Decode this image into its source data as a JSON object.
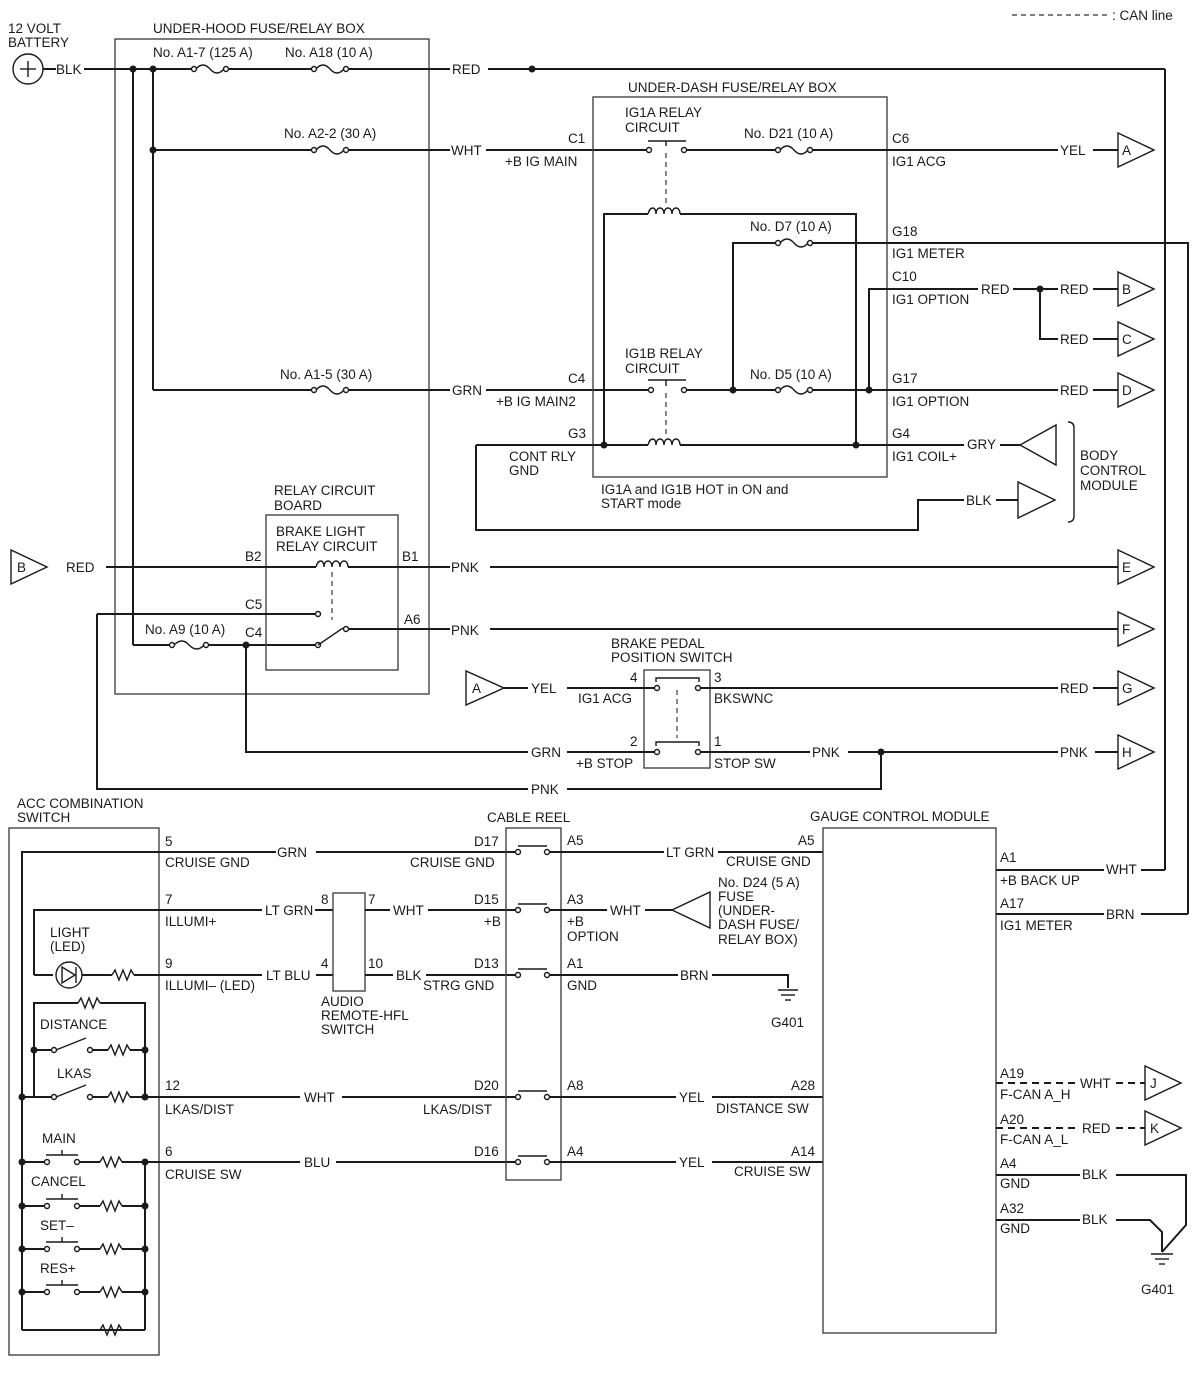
{
  "legend": {
    "can_line": ": CAN line"
  },
  "battery": {
    "label_line1": "12 VOLT",
    "label_line2": "BATTERY",
    "wire": "BLK"
  },
  "underhood": {
    "title": "UNDER-HOOD FUSE/RELAY BOX",
    "fuse_a17": "No. A1-7 (125 A)",
    "fuse_a18": "No. A18 (10 A)",
    "fuse_a22": "No. A2-2 (30 A)",
    "fuse_a15": "No. A1-5 (30 A)",
    "fuse_a9": "No. A9 (10 A)",
    "wire_red": "RED",
    "wire_wht": "WHT",
    "wire_grn": "GRN",
    "relay_board": {
      "title_line1": "RELAY CIRCUIT",
      "title_line2": "BOARD",
      "relay_line1": "BRAKE LIGHT",
      "relay_line2": "RELAY CIRCUIT",
      "pin_b2": "B2",
      "pin_b1": "B1",
      "pin_c5": "C5",
      "pin_c4": "C4",
      "pin_a6": "A6"
    }
  },
  "underdash": {
    "title": "UNDER-DASH FUSE/RELAY BOX",
    "ig1a_line1": "IG1A RELAY",
    "ig1a_line2": "CIRCUIT",
    "ig1b_line1": "IG1B RELAY",
    "ig1b_line2": "CIRCUIT",
    "fuse_d21": "No. D21 (10 A)",
    "fuse_d7": "No. D7 (10 A)",
    "fuse_d5": "No. D5 (10 A)",
    "pin_c1": "C1",
    "sig_c1": "+B IG MAIN",
    "pin_c4": "C4",
    "sig_c4": "+B IG MAIN2",
    "pin_g3": "G3",
    "sig_g3_line1": "CONT RLY",
    "sig_g3_line2": "GND",
    "pin_c6": "C6",
    "sig_c6": "IG1 ACG",
    "pin_g18": "G18",
    "sig_g18": "IG1 METER",
    "pin_c10": "C10",
    "sig_c10": "IG1 OPTION",
    "pin_g17": "G17",
    "sig_g17": "IG1 OPTION",
    "pin_g4": "G4",
    "sig_g4": "IG1 COIL+",
    "note_line1": "IG1A and IG1B HOT in ON and",
    "note_line2": "START mode"
  },
  "right_wires": {
    "yel": "YEL",
    "red_c10": "RED",
    "red_b": "RED",
    "red_c": "RED",
    "red_d": "RED",
    "gry": "GRY",
    "blk": "BLK"
  },
  "connectors": {
    "a": "A",
    "b": "B",
    "c": "C",
    "d": "D",
    "e": "E",
    "f": "F",
    "g": "G",
    "h": "H",
    "j": "J",
    "k": "K"
  },
  "bcm": {
    "line1": "BODY",
    "line2": "CONTROL",
    "line3": "MODULE"
  },
  "left_b": {
    "label": "B",
    "wire": "RED"
  },
  "pnk_e": "PNK",
  "pnk_f": "PNK",
  "brake_switch": {
    "title_line1": "BRAKE PEDAL",
    "title_line2": "POSITION SWITCH",
    "pin4": "4",
    "sig4": "IG1 ACG",
    "pin3": "3",
    "sig3": "BKSWNC",
    "pin2": "2",
    "sig2": "+B STOP",
    "pin1": "1",
    "sig1": "STOP SW",
    "wire_yel": "YEL",
    "wire_red": "RED",
    "wire_grn": "GRN",
    "wire_pnk1": "PNK",
    "wire_pnk2": "PNK",
    "wire_pnk_bottom": "PNK",
    "conn_a": "A"
  },
  "acc_switch": {
    "title_line1": "ACC COMBINATION",
    "title_line2": "SWITCH",
    "pin5": "5",
    "sig5": "CRUISE GND",
    "pin7": "7",
    "sig7": "ILLUMI+",
    "pin9": "9",
    "sig9": "ILLUMI– (LED)",
    "pin12": "12",
    "sig12": "LKAS/DIST",
    "pin6": "6",
    "sig6": "CRUISE SW",
    "light_line1": "LIGHT",
    "light_line2": "(LED)",
    "sw_distance": "DISTANCE",
    "sw_lkas": "LKAS",
    "sw_main": "MAIN",
    "sw_cancel": "CANCEL",
    "sw_set": "SET–",
    "sw_res": "RES+"
  },
  "left_wires": {
    "grn": "GRN",
    "lt_grn": "LT GRN",
    "lt_blu": "LT BLU",
    "wht": "WHT",
    "blu": "BLU",
    "wht_audio": "WHT",
    "blk_audio": "BLK"
  },
  "audio_switch": {
    "line1": "AUDIO",
    "line2": "REMOTE-HFL",
    "line3": "SWITCH",
    "pin8": "8",
    "pin7": "7",
    "pin4": "4",
    "pin10": "10"
  },
  "cable_reel": {
    "title": "CABLE REEL",
    "d17": "D17",
    "sig_d17": "CRUISE GND",
    "a5": "A5",
    "d15": "D15",
    "sig_d15": "+B",
    "a3": "A3",
    "sig_a3_line1": "+B",
    "sig_a3_line2": "OPTION",
    "d13": "D13",
    "sig_d13": "STRG GND",
    "a1": "A1",
    "sig_a1": "GND",
    "d20": "D20",
    "sig_d20": "LKAS/DIST",
    "a8": "A8",
    "d16": "D16",
    "a4": "A4"
  },
  "mid_wires": {
    "lt_grn": "LT GRN",
    "wht": "WHT",
    "brn": "BRN",
    "yel1": "YEL",
    "yel2": "YEL"
  },
  "fuse_d24": {
    "line1": "No. D24 (5 A)",
    "line2": "FUSE",
    "line3": "(UNDER-",
    "line4": "DASH FUSE/",
    "line5": "RELAY BOX)"
  },
  "ground_g401": "G401",
  "gauge": {
    "title": "GAUGE CONTROL MODULE",
    "a5": "A5",
    "sig_a5": "CRUISE GND",
    "a28": "A28",
    "sig_a28": "DISTANCE SW",
    "a14": "A14",
    "sig_a14": "CRUISE SW",
    "a1": "A1",
    "sig_a1": "+B BACK UP",
    "a17": "A17",
    "sig_a17": "IG1 METER",
    "a19": "A19",
    "sig_a19": "F-CAN A_H",
    "a20": "A20",
    "sig_a20": "F-CAN A_L",
    "a4": "A4",
    "sig_a4": "GND",
    "a32": "A32",
    "sig_a32": "GND",
    "wire_wht": "WHT",
    "wire_brn": "BRN",
    "wire_can_h": "WHT",
    "wire_can_l": "RED",
    "wire_blk1": "BLK",
    "wire_blk2": "BLK",
    "ground": "G401"
  }
}
